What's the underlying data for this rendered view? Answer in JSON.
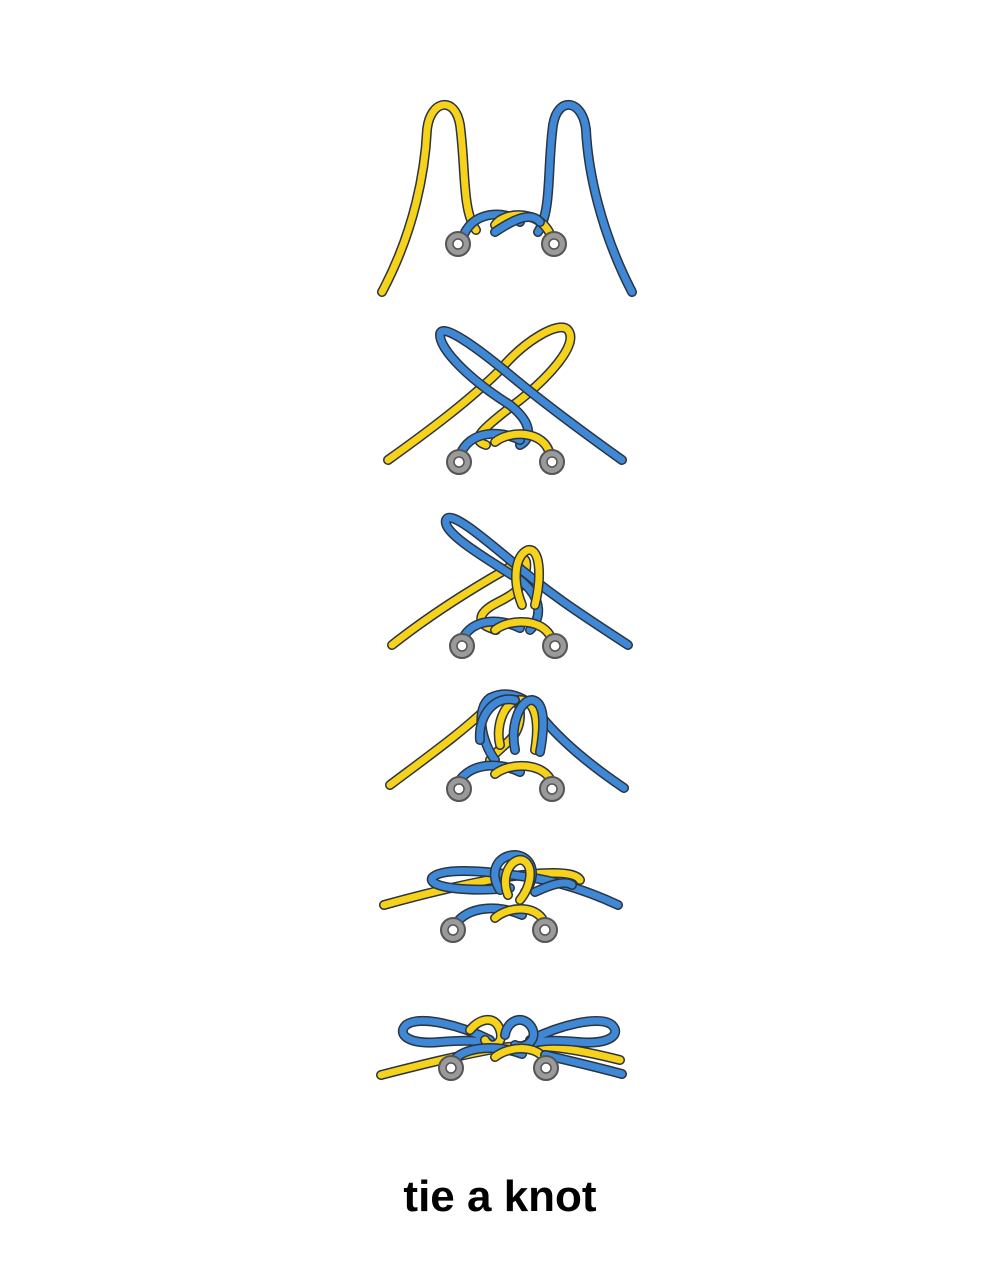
{
  "caption": "tie a knot",
  "colors": {
    "lace_left": "#f6d21a",
    "lace_right": "#3f88d6",
    "outline": "#2b3440",
    "eyelet_fill": "#9a9a9a",
    "eyelet_hole": "#ffffff",
    "eyelet_ring": "#555555"
  },
  "steps": [
    {
      "name": "step-1-uncrossed-laces"
    },
    {
      "name": "step-2-make-two-loops"
    },
    {
      "name": "step-3-wrap-loop"
    },
    {
      "name": "step-4-pull-through"
    },
    {
      "name": "step-5-tighten"
    },
    {
      "name": "step-6-finished-bow"
    }
  ]
}
